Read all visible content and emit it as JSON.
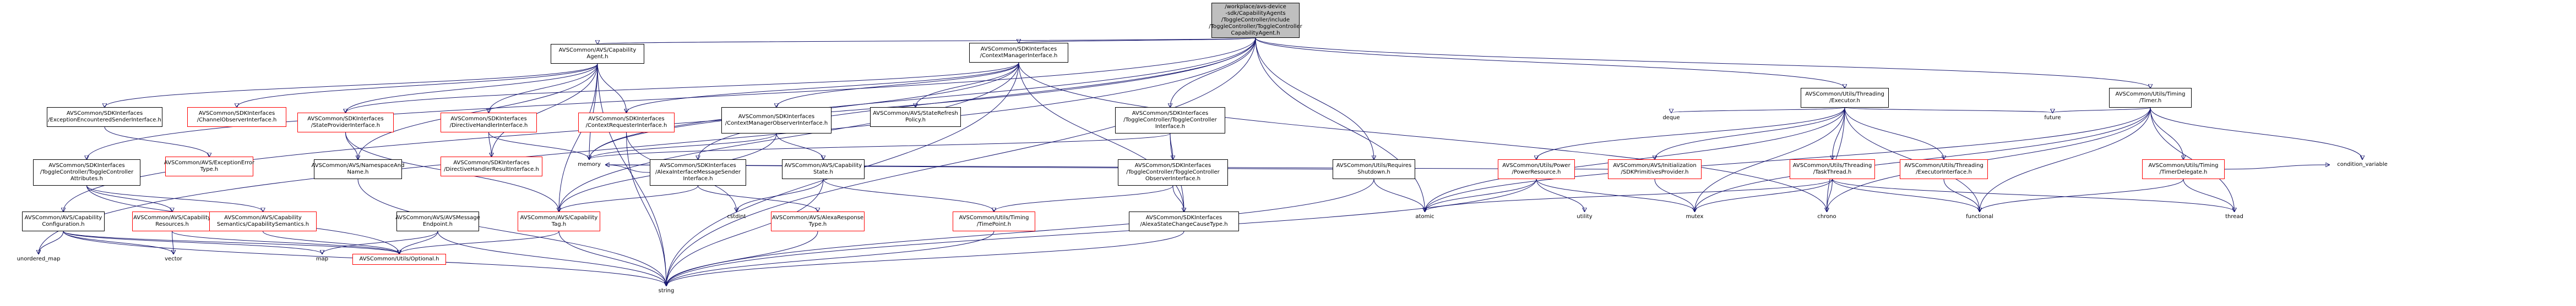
{
  "nodes": [
    {
      "id": "root",
      "label": "/workplace/avs-device\n-sdk/CapabilityAgents\n/ToggleController/include\n/ToggleController/ToggleController\nCapabilityAgent.h",
      "style": "root"
    },
    {
      "id": "capagent",
      "label": "AVSCommon/AVS/Capability\nAgent.h",
      "style": "normal"
    },
    {
      "id": "ctxmgr",
      "label": "AVSCommon/SDKInterfaces\n/ContextManagerInterface.h",
      "style": "normal"
    },
    {
      "id": "executor",
      "label": "AVSCommon/Utils/Threading\n/Executor.h",
      "style": "normal"
    },
    {
      "id": "timer",
      "label": "AVSCommon/Utils/Timing\n/Timer.h",
      "style": "normal"
    },
    {
      "id": "exc_enc",
      "label": "AVSCommon/SDKInterfaces\n/ExceptionEncounteredSenderInterface.h",
      "style": "normal"
    },
    {
      "id": "chanobs",
      "label": "AVSCommon/SDKInterfaces\n/ChannelObserverInterface.h",
      "style": "red"
    },
    {
      "id": "stateprov",
      "label": "AVSCommon/SDKInterfaces\n/StateProviderInterface.h",
      "style": "red"
    },
    {
      "id": "dirhandler",
      "label": "AVSCommon/SDKInterfaces\n/DirectiveHandlerInterface.h",
      "style": "red"
    },
    {
      "id": "ctxreq",
      "label": "AVSCommon/SDKInterfaces\n/ContextRequesterInterface.h",
      "style": "red"
    },
    {
      "id": "ctxmgrobs",
      "label": "AVSCommon/SDKInterfaces\n/ContextManagerObserverInterface.h",
      "style": "normal"
    },
    {
      "id": "staterefresh",
      "label": "AVSCommon/AVS/StateRefresh\nPolicy.h",
      "style": "normal"
    },
    {
      "id": "tog_iface",
      "label": "AVSCommon/SDKInterfaces\n/ToggleController/ToggleController\nInterface.h",
      "style": "normal"
    },
    {
      "id": "excerr",
      "label": "AVSCommon/AVS/ExceptionError\nType.h",
      "style": "red"
    },
    {
      "id": "nsname",
      "label": "AVSCommon/AVS/NamespaceAnd\nName.h",
      "style": "normal"
    },
    {
      "id": "dirresult",
      "label": "AVSCommon/SDKInterfaces\n/DirectiveHandlerResultInterface.h",
      "style": "red"
    },
    {
      "id": "tog_attr",
      "label": "AVSCommon/SDKInterfaces\n/ToggleController/ToggleController\nAttributes.h",
      "style": "normal"
    },
    {
      "id": "alexamsg",
      "label": "AVSCommon/SDKInterfaces\n/AlexaInterfaceMessageSender\nInterface.h",
      "style": "normal"
    },
    {
      "id": "capstate",
      "label": "AVSCommon/AVS/Capability\nState.h",
      "style": "normal"
    },
    {
      "id": "tog_obs",
      "label": "AVSCommon/SDKInterfaces\n/ToggleController/ToggleController\nObserverInterface.h",
      "style": "normal"
    },
    {
      "id": "reqshutdown",
      "label": "AVSCommon/Utils/Requires\nShutdown.h",
      "style": "normal"
    },
    {
      "id": "power",
      "label": "AVSCommon/Utils/Power\n/PowerResource.h",
      "style": "red"
    },
    {
      "id": "sdkprim",
      "label": "AVSCommon/AVS/Initialization\n/SDKPrimitivesProvider.h",
      "style": "red"
    },
    {
      "id": "taskthread",
      "label": "AVSCommon/Utils/Threading\n/TaskThread.h",
      "style": "red"
    },
    {
      "id": "execiface",
      "label": "AVSCommon/Utils/Threading\n/ExecutorInterface.h",
      "style": "red"
    },
    {
      "id": "timedel",
      "label": "AVSCommon/Utils/Timing\n/TimerDelegate.h",
      "style": "red"
    },
    {
      "id": "capconfig",
      "label": "AVSCommon/AVS/Capability\nConfiguration.h",
      "style": "normal"
    },
    {
      "id": "capres",
      "label": "AVSCommon/AVS/Capability\nResources.h",
      "style": "red"
    },
    {
      "id": "capsem",
      "label": "AVSCommon/AVS/Capability\nSemantics/CapabilitySemantics.h",
      "style": "red"
    },
    {
      "id": "avsmsgep",
      "label": "AVSCommon/AVS/AVSMessage\nEndpoint.h",
      "style": "normal"
    },
    {
      "id": "captag",
      "label": "AVSCommon/AVS/Capability\nTag.h",
      "style": "red"
    },
    {
      "id": "alexaresp",
      "label": "AVSCommon/AVS/AlexaResponse\nType.h",
      "style": "red"
    },
    {
      "id": "timepoint",
      "label": "AVSCommon/Utils/Timing\n/TimePoint.h",
      "style": "red"
    },
    {
      "id": "alexachg",
      "label": "AVSCommon/SDKInterfaces\n/AlexaStateChangeCauseType.h",
      "style": "normal"
    },
    {
      "id": "optional",
      "label": "AVSCommon/Utils/Optional.h",
      "style": "red"
    },
    {
      "id": "unordered_map",
      "label": "unordered_map",
      "style": "plain"
    },
    {
      "id": "vector",
      "label": "vector",
      "style": "plain"
    },
    {
      "id": "map",
      "label": "map",
      "style": "plain"
    },
    {
      "id": "memory",
      "label": "memory",
      "style": "plain"
    },
    {
      "id": "cstdint",
      "label": "cstdint",
      "style": "plain"
    },
    {
      "id": "string",
      "label": "string",
      "style": "plain"
    },
    {
      "id": "deque",
      "label": "deque",
      "style": "plain"
    },
    {
      "id": "atomic",
      "label": "atomic",
      "style": "plain"
    },
    {
      "id": "utility",
      "label": "utility",
      "style": "plain"
    },
    {
      "id": "mutex",
      "label": "mutex",
      "style": "plain"
    },
    {
      "id": "chrono",
      "label": "chrono",
      "style": "plain"
    },
    {
      "id": "future",
      "label": "future",
      "style": "plain"
    },
    {
      "id": "functional",
      "label": "functional",
      "style": "plain"
    },
    {
      "id": "thread",
      "label": "thread",
      "style": "plain"
    },
    {
      "id": "condvar",
      "label": "condition_variable",
      "style": "plain"
    }
  ],
  "edges": [
    [
      "root",
      "capagent"
    ],
    [
      "root",
      "ctxmgr"
    ],
    [
      "root",
      "executor"
    ],
    [
      "root",
      "timer"
    ],
    [
      "root",
      "tog_iface"
    ],
    [
      "root",
      "alexamsg"
    ],
    [
      "root",
      "reqshutdown"
    ],
    [
      "root",
      "capconfig"
    ],
    [
      "root",
      "tog_attr"
    ],
    [
      "root",
      "unordered_map"
    ],
    [
      "root",
      "memory"
    ],
    [
      "root",
      "string"
    ],
    [
      "root",
      "atomic"
    ],
    [
      "capagent",
      "exc_enc"
    ],
    [
      "capagent",
      "chanobs"
    ],
    [
      "capagent",
      "stateprov"
    ],
    [
      "capagent",
      "dirhandler"
    ],
    [
      "capagent",
      "ctxreq"
    ],
    [
      "capagent",
      "nsname"
    ],
    [
      "capagent",
      "dirresult"
    ],
    [
      "capagent",
      "memory"
    ],
    [
      "capagent",
      "string"
    ],
    [
      "capagent",
      "captag"
    ],
    [
      "ctxmgr",
      "ctxmgrobs"
    ],
    [
      "ctxmgr",
      "staterefresh"
    ],
    [
      "ctxmgr",
      "stateprov"
    ],
    [
      "ctxmgr",
      "ctxreq"
    ],
    [
      "ctxmgr",
      "memory"
    ],
    [
      "ctxmgr",
      "alexachg"
    ],
    [
      "ctxmgr",
      "captag"
    ],
    [
      "ctxmgr",
      "chrono"
    ],
    [
      "ctxmgr",
      "string"
    ],
    [
      "exc_enc",
      "excerr"
    ],
    [
      "stateprov",
      "nsname"
    ],
    [
      "stateprov",
      "captag"
    ],
    [
      "dirhandler",
      "dirresult"
    ],
    [
      "dirhandler",
      "memory"
    ],
    [
      "ctxreq",
      "cstdint"
    ],
    [
      "ctxreq",
      "string"
    ],
    [
      "ctxmgrobs",
      "capstate"
    ],
    [
      "ctxmgrobs",
      "captag"
    ],
    [
      "ctxmgrobs",
      "memory"
    ],
    [
      "tog_iface",
      "tog_obs"
    ],
    [
      "tog_iface",
      "alexachg"
    ],
    [
      "tog_iface",
      "memory"
    ],
    [
      "tog_obs",
      "alexachg"
    ],
    [
      "tog_obs",
      "timepoint"
    ],
    [
      "nsname",
      "string"
    ],
    [
      "tog_attr",
      "capres"
    ],
    [
      "tog_attr",
      "capsem"
    ],
    [
      "tog_attr",
      "optional"
    ],
    [
      "alexamsg",
      "alexaresp"
    ],
    [
      "alexamsg",
      "captag"
    ],
    [
      "alexamsg",
      "memory"
    ],
    [
      "capstate",
      "cstdint"
    ],
    [
      "capstate",
      "timepoint"
    ],
    [
      "capstate",
      "string"
    ],
    [
      "reqshutdown",
      "atomic"
    ],
    [
      "reqshutdown",
      "memory"
    ],
    [
      "reqshutdown",
      "string"
    ],
    [
      "executor",
      "power"
    ],
    [
      "executor",
      "sdkprim"
    ],
    [
      "executor",
      "taskthread"
    ],
    [
      "executor",
      "execiface"
    ],
    [
      "executor",
      "deque"
    ],
    [
      "executor",
      "atomic"
    ],
    [
      "executor",
      "mutex"
    ],
    [
      "executor",
      "chrono"
    ],
    [
      "executor",
      "future"
    ],
    [
      "executor",
      "functional"
    ],
    [
      "power",
      "utility"
    ],
    [
      "power",
      "mutex"
    ],
    [
      "power",
      "atomic"
    ],
    [
      "power",
      "string"
    ],
    [
      "sdkprim",
      "mutex"
    ],
    [
      "sdkprim",
      "memory"
    ],
    [
      "taskthread",
      "chrono"
    ],
    [
      "taskthread",
      "functional"
    ],
    [
      "taskthread",
      "thread"
    ],
    [
      "taskthread",
      "atomic"
    ],
    [
      "taskthread",
      "mutex"
    ],
    [
      "execiface",
      "functional"
    ],
    [
      "timer",
      "timedel"
    ],
    [
      "timer",
      "future"
    ],
    [
      "timer",
      "chrono"
    ],
    [
      "timer",
      "atomic"
    ],
    [
      "timer",
      "functional"
    ],
    [
      "timer",
      "mutex"
    ],
    [
      "timer",
      "condvar"
    ],
    [
      "timer",
      "thread"
    ],
    [
      "timedel",
      "thread"
    ],
    [
      "timedel",
      "condvar"
    ],
    [
      "timedel",
      "functional"
    ],
    [
      "capconfig",
      "vector"
    ],
    [
      "capconfig",
      "map"
    ],
    [
      "capconfig",
      "optional"
    ],
    [
      "capconfig",
      "string"
    ],
    [
      "capconfig",
      "unordered_map"
    ],
    [
      "capres",
      "vector"
    ],
    [
      "capres",
      "optional"
    ],
    [
      "capsem",
      "optional"
    ],
    [
      "avsmsgep",
      "map"
    ],
    [
      "avsmsgep",
      "optional"
    ],
    [
      "avsmsgep",
      "string"
    ],
    [
      "captag",
      "optional"
    ],
    [
      "captag",
      "string"
    ],
    [
      "alexaresp",
      "string"
    ],
    [
      "timepoint",
      "string"
    ],
    [
      "alexachg",
      "string"
    ]
  ]
}
